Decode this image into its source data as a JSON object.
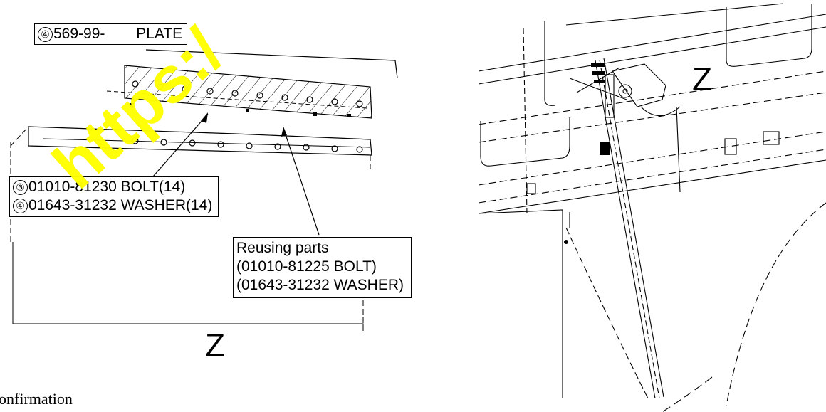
{
  "left_view": {
    "plate_callout": {
      "num": "④",
      "part": "569-99-",
      "suffix": " PLATE"
    },
    "bolt_callout": {
      "line1_num": "③",
      "line1_text": "01010-81230 BOLT(14)",
      "line2_num": "④",
      "line2_text": "01643-31232 WASHER(14)"
    },
    "reuse_callout": {
      "line1": "Reusing parts",
      "line2": "(01010-81225 BOLT)",
      "line3": "(01643-31232 WASHER)"
    },
    "view_label": "Z"
  },
  "right_view": {
    "view_label": "Z"
  },
  "watermark": {
    "text": "https:/",
    "color": "#ffff00"
  },
  "footer_text": "onfirmation"
}
